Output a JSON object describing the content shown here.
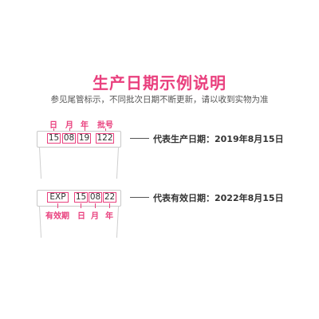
{
  "title": "生产日期示例说明",
  "subtitle": "参见尾管标示，不同批次日期不断更新，请以收到实物为准",
  "production": {
    "labels": {
      "day": "日",
      "month": "月",
      "year": "年",
      "batch": "批号"
    },
    "codes": {
      "day": "15",
      "month": "08",
      "year": "19",
      "batch": "122"
    },
    "callout": "代表生产日期：2019年8月15日"
  },
  "expiry": {
    "labels": {
      "exp": "有效期",
      "day": "日",
      "month": "月",
      "year": "年"
    },
    "codes": {
      "exp": "EXP",
      "day": "15",
      "month": "08",
      "year": "22"
    },
    "callout": "代表有效日期：2022年8月15日"
  },
  "colors": {
    "accent": "#e9407e",
    "text": "#333333",
    "outline": "#c9c9c9"
  }
}
